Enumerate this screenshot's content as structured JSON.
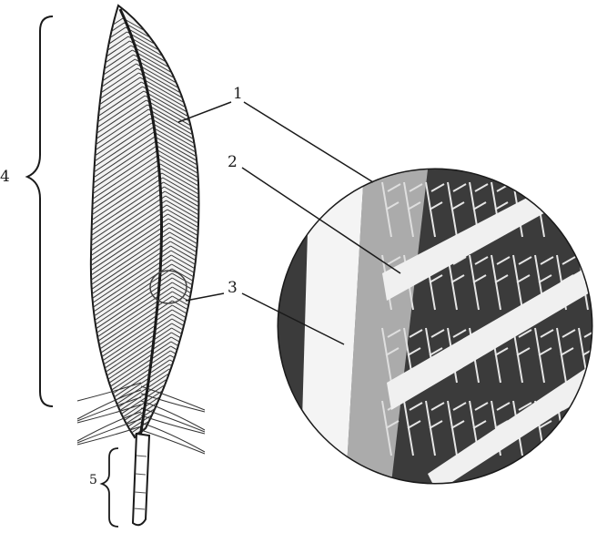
{
  "labels": {
    "shaft": "1",
    "barb": "2",
    "barbule": "3",
    "vane": "4",
    "quill": "5"
  },
  "colors": {
    "ink": "#1a1a1a",
    "paper": "#ffffff"
  }
}
